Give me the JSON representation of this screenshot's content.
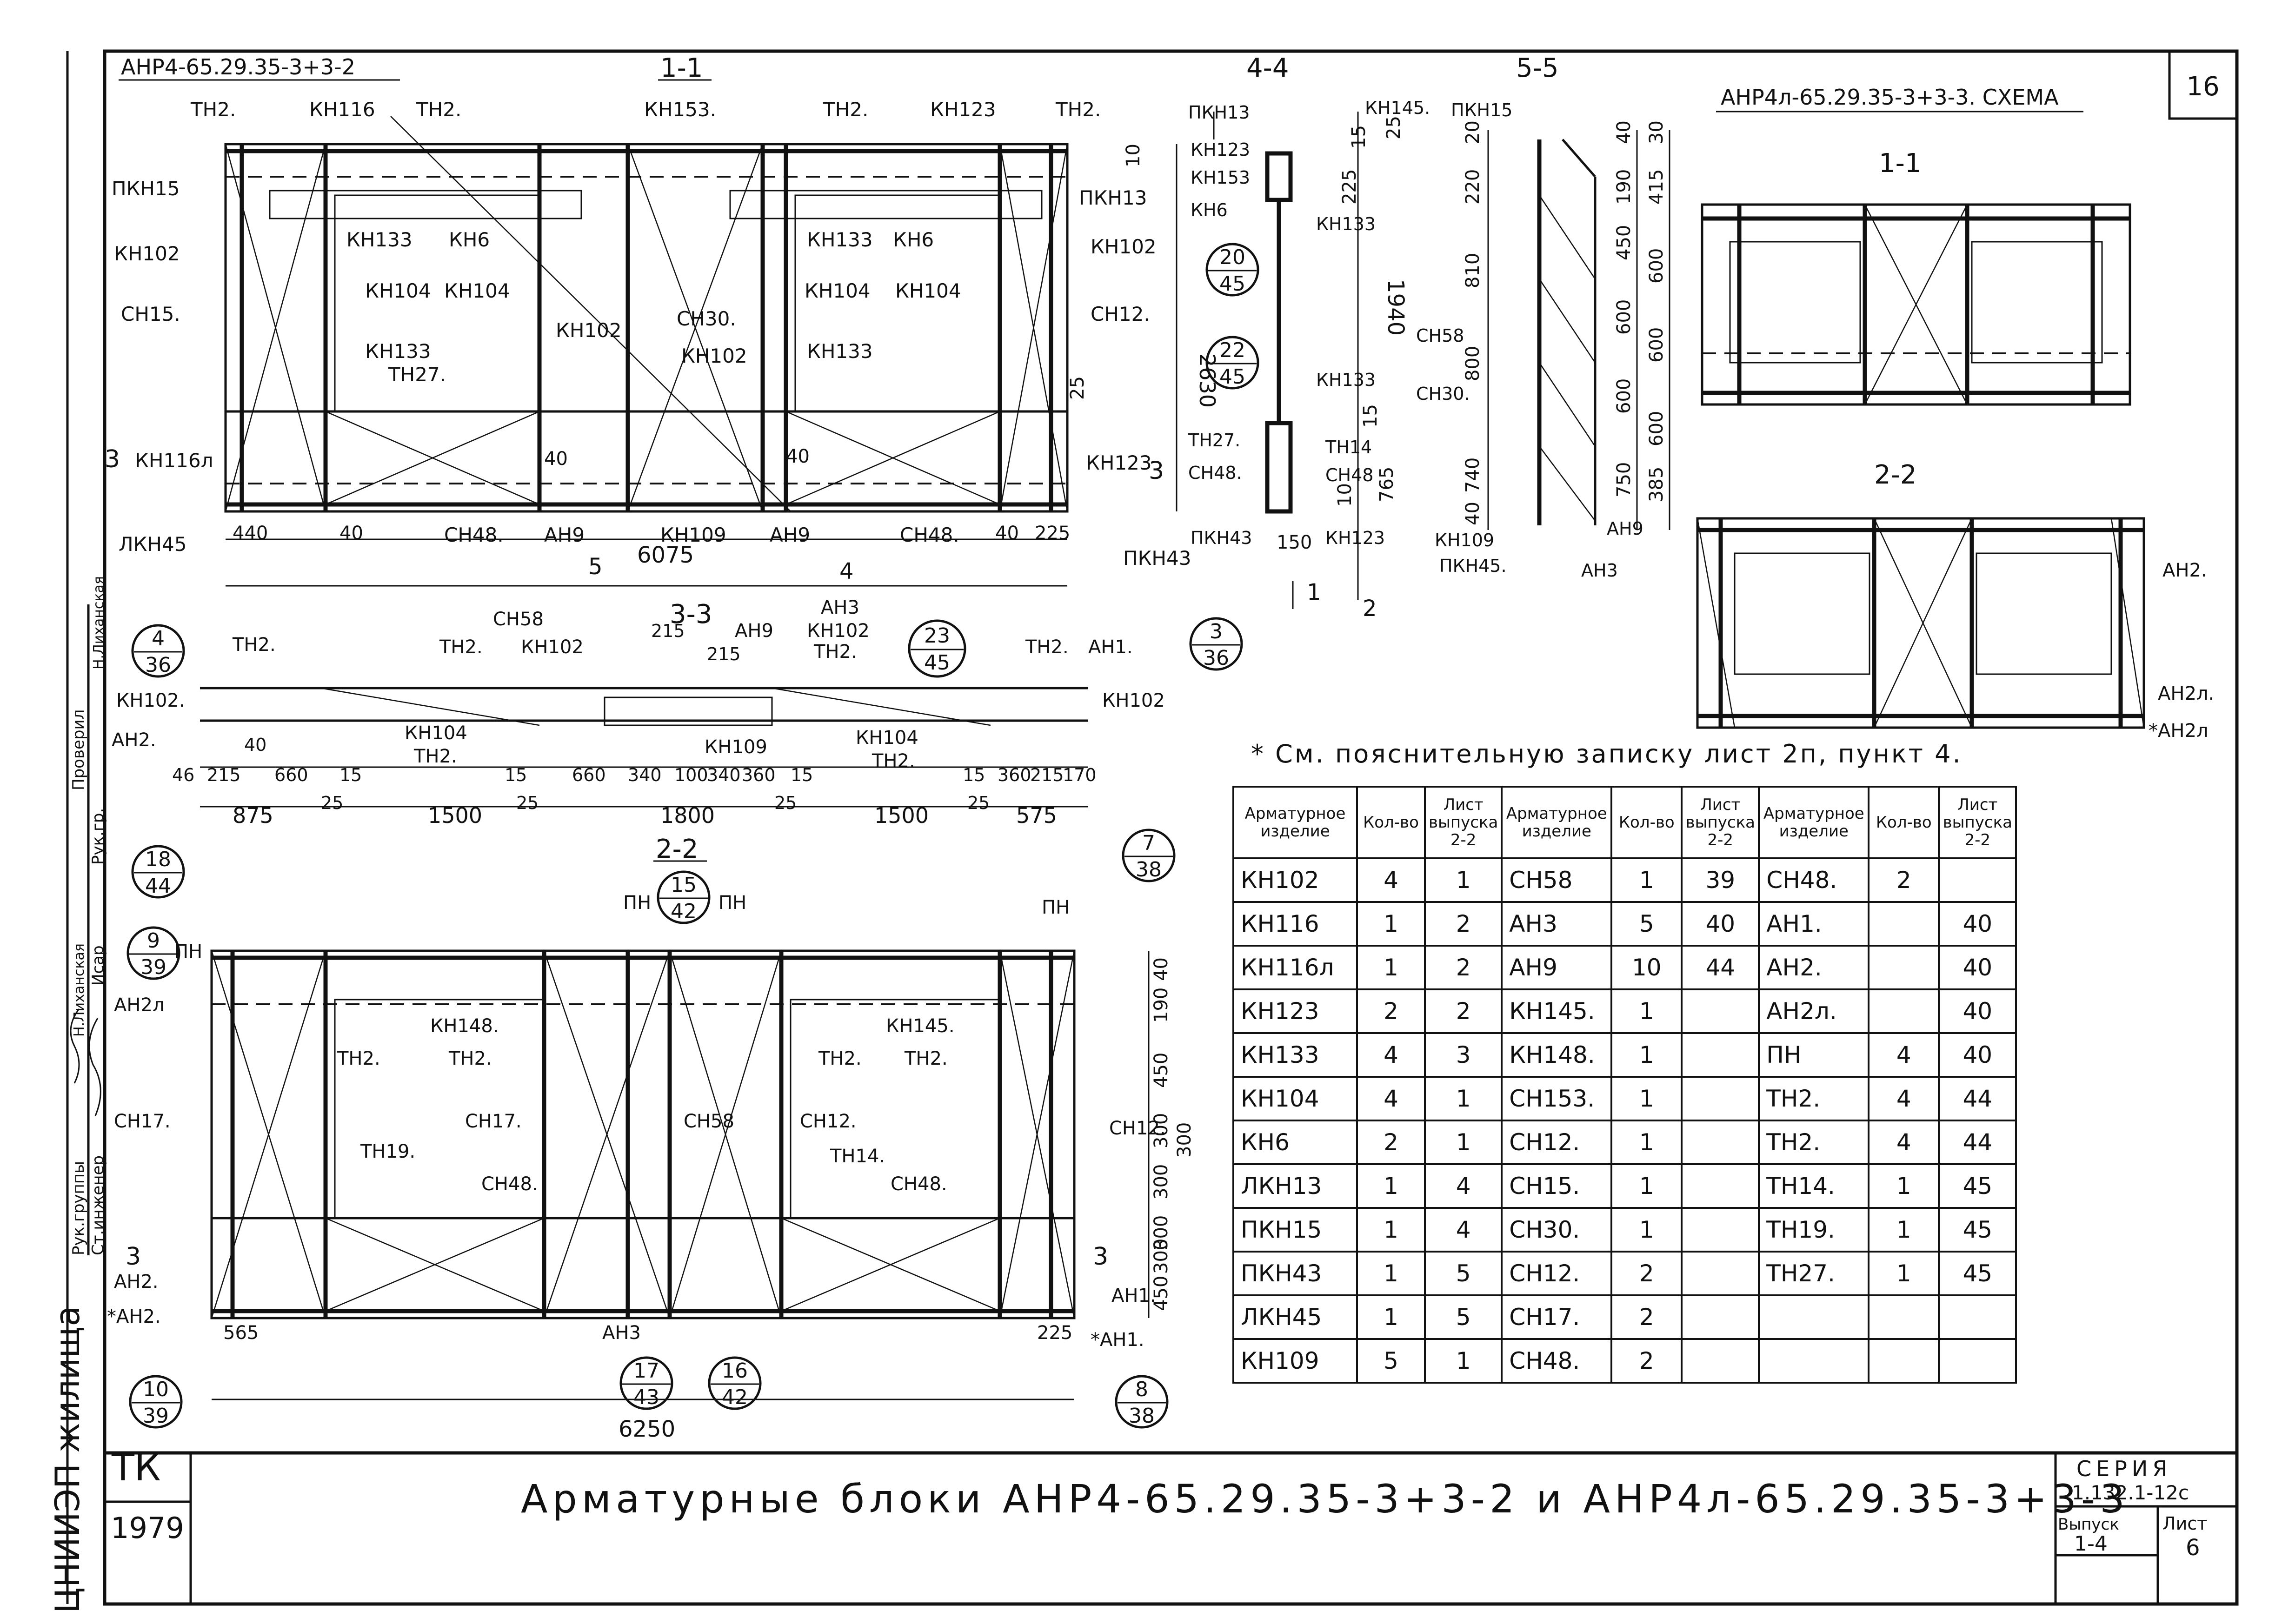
{
  "sheet": {
    "corner_number": "16",
    "left_title_1": "АНР4-65.29.35-3+3-2",
    "right_title": "АНР4л-65.29.35-3+3-3. СХЕМА",
    "main_title": "Арматурные блоки АНР4-65.29.35-3+3-2 и АНР4л-65.29.35-3+3-3",
    "tk_label": "ТК",
    "year": "1979",
    "series_label": "СЕРИЯ",
    "series_value": "1.132.1-12с",
    "issue_label": "Выпуск",
    "issue_value": "1-4",
    "sheet_label": "Лист",
    "sheet_value": "6"
  },
  "stamp": {
    "org": "ЦНИИЭП жилища",
    "rows": [
      "Рук.группы",
      "Ст.инженер",
      "Рук.гр.",
      "Проверил"
    ],
    "names": [
      "Н.Лиханская",
      "Исар",
      "Н.Лиханская"
    ]
  },
  "note": "* См. пояснительную записку лист 2п, пункт 4.",
  "sections": {
    "s11": "1-1",
    "s44": "4-4",
    "s55": "5-5",
    "s33": "3-3",
    "s22": "2-2",
    "r11": "1-1",
    "r22": "2-2"
  },
  "elevation_top": {
    "labels": [
      "ТН2.",
      "КН116",
      "ТН2.",
      "КН153.",
      "ТН2.",
      "КН123",
      "ТН2.",
      "ПКН15",
      "КН102",
      "СН15.",
      "КН133",
      "КН6",
      "КН104",
      "КН104",
      "КН102",
      "КН133",
      "ТН27.",
      "КН116л",
      "ЛКН45",
      "СН30.",
      "КН102",
      "КН133",
      "КН6",
      "КН104",
      "КН104",
      "КН133",
      "ПКН13",
      "КН102",
      "СН12.",
      "КН123",
      "ПКН43",
      "КН109",
      "АН9",
      "СН48.",
      "АН9",
      "СН48."
    ],
    "dims": [
      "440",
      "40",
      "40",
      "40",
      "40",
      "6075",
      "225",
      "2630",
      "25",
      "10",
      "5",
      "4",
      "3",
      "3"
    ]
  },
  "section44": {
    "labels": [
      "ПКН13",
      "КН123",
      "КН153",
      "КН6",
      "КН145.",
      "КН133",
      "КН133",
      "ТН27.",
      "СН48.",
      "ТН14",
      "СН48",
      "ПКН43",
      "КН123"
    ],
    "circles": [
      [
        "20",
        "45"
      ],
      [
        "22",
        "45"
      ]
    ],
    "dims": [
      "1940",
      "25",
      "15",
      "225",
      "15",
      "765",
      "150",
      "10",
      "1",
      "2"
    ]
  },
  "section55": {
    "labels": [
      "ПКН15",
      "СН58",
      "СН30.",
      "КН109",
      "ПКН45.",
      "АН3",
      "АН9"
    ],
    "dims": [
      "20",
      "220",
      "810",
      "800",
      "740",
      "40",
      "40",
      "190",
      "450",
      "600",
      "600",
      "750",
      "30",
      "415",
      "600",
      "600",
      "600",
      "385"
    ]
  },
  "plan33": {
    "labels": [
      "ТН2.",
      "ТН2.",
      "КН102",
      "СН58",
      "АН3",
      "АН9",
      "КН102",
      "ТН2.",
      "ТН2.",
      "АН1.",
      "КН102.",
      "АН2.",
      "КН104",
      "ТН2.",
      "КН109",
      "КН104",
      "ТН2.",
      "КН102"
    ],
    "circles": [
      [
        "4",
        "36"
      ],
      [
        "23",
        "45"
      ],
      [
        "3",
        "36"
      ]
    ],
    "dims": [
      "46",
      "215",
      "660",
      "40",
      "15",
      "15",
      "660",
      "340",
      "100",
      "340",
      "360",
      "15",
      "15",
      "360",
      "215",
      "170",
      "215",
      "215",
      "875",
      "25",
      "1500",
      "25",
      "1800",
      "25",
      "1500",
      "25",
      "575"
    ]
  },
  "elevation_bottom": {
    "labels": [
      "ПН",
      "ПН",
      "ПН",
      "ПН",
      "АН2л",
      "КН148.",
      "КН145.",
      "ТН2.",
      "ТН2.",
      "ТН2.",
      "ТН2.",
      "СН17.",
      "СН17.",
      "СН58",
      "СН12.",
      "СН12.",
      "ТН19.",
      "СН48.",
      "ТН14.",
      "СН48.",
      "АН2.",
      "*АН2.",
      "АН3",
      "АН1.",
      "*АН1."
    ],
    "circles": [
      [
        "18",
        "44"
      ],
      [
        "9",
        "39"
      ],
      [
        "15",
        "42"
      ],
      [
        "7",
        "38"
      ],
      [
        "10",
        "39"
      ],
      [
        "17",
        "43"
      ],
      [
        "16",
        "42"
      ],
      [
        "8",
        "38"
      ]
    ],
    "dims": [
      "565",
      "6250",
      "225",
      "40",
      "190",
      "450",
      "300",
      "300",
      "300",
      "300",
      "450",
      "300",
      "3",
      "3"
    ]
  },
  "table": {
    "headers": [
      "Арматурное изделие",
      "Кол-во",
      "Лист выпуска 2-2",
      "Арматурное изделие",
      "Кол-во",
      "Лист выпуска 2-2",
      "Арматурное изделие",
      "Кол-во",
      "Лист выпуска 2-2"
    ],
    "rows": [
      [
        "КН102",
        "4",
        "1",
        "СН58",
        "1",
        "39",
        "СН48.",
        "2",
        ""
      ],
      [
        "КН116",
        "1",
        "2",
        "АН3",
        "5",
        "40",
        "АН1.",
        "",
        "40"
      ],
      [
        "КН116л",
        "1",
        "2",
        "АН9",
        "10",
        "44",
        "АН2.",
        "",
        "40"
      ],
      [
        "КН123",
        "2",
        "2",
        "КН145.",
        "1",
        "",
        "АН2л.",
        "",
        "40"
      ],
      [
        "КН133",
        "4",
        "3",
        "КН148.",
        "1",
        "",
        "ПН",
        "4",
        "40"
      ],
      [
        "КН104",
        "4",
        "1",
        "СН153.",
        "1",
        "",
        "ТН2.",
        "4",
        "44"
      ],
      [
        "КН6",
        "2",
        "1",
        "СН12.",
        "1",
        "",
        "ТН2.",
        "4",
        "44"
      ],
      [
        "ЛКН13",
        "1",
        "4",
        "СН15.",
        "1",
        "",
        "ТН14.",
        "1",
        "45"
      ],
      [
        "ПКН15",
        "1",
        "4",
        "СН30.",
        "1",
        "",
        "ТН19.",
        "1",
        "45"
      ],
      [
        "ПКН43",
        "1",
        "5",
        "СН12.",
        "2",
        "",
        "ТН27.",
        "1",
        "45"
      ],
      [
        "ЛКН45",
        "1",
        "5",
        "СН17.",
        "2",
        "",
        "",
        "",
        ""
      ],
      [
        "КН109",
        "5",
        "1",
        "СН48.",
        "2",
        "",
        "",
        "",
        ""
      ]
    ]
  },
  "scheme_right": {
    "labels": [
      "АН2.",
      "АН2л.",
      "*АН2л"
    ]
  }
}
